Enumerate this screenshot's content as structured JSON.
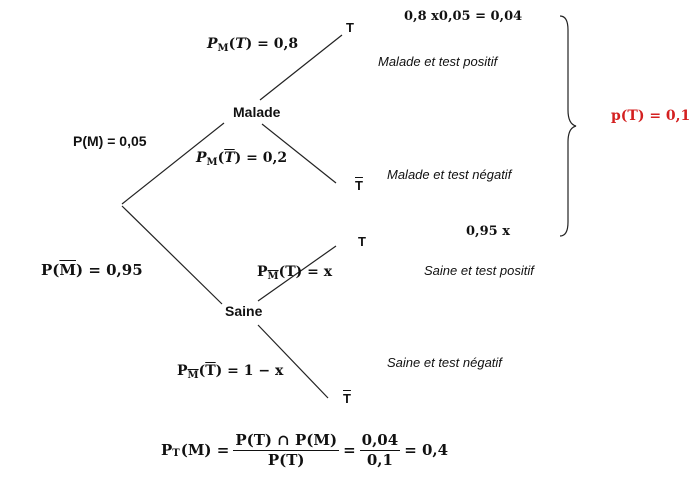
{
  "tree": {
    "root_branch_top": "P(M) = 0,05",
    "root_branch_bottom_prefix": "P(",
    "root_branch_bottom_letter": "M",
    "root_branch_bottom_suffix": ") = 0,95",
    "node_malade": "Malade",
    "node_saine": "Saine",
    "leaf_t": "T",
    "leaf_tbar": "T",
    "branch_m_t": {
      "p": "P",
      "sub": "M",
      "open": "(",
      "letter": "T",
      "close": ") = 0,8"
    },
    "branch_m_tbar": {
      "p": "P",
      "sub": "M",
      "open": "(",
      "letter": "T",
      "close": ") = 0,2"
    },
    "branch_s_t": {
      "p": "P",
      "sub": "M",
      "open": "(",
      "letter": "T",
      "close": ") = x"
    },
    "branch_s_tbar": {
      "p": "P",
      "sub": "M",
      "open": "(",
      "letter": "T",
      "close": ") = 1 − x"
    }
  },
  "outcomes": {
    "mt_product": "0,8 x0,05 = 0,04",
    "mt_label": "Malade et test positif",
    "mtbar_label": "Malade et test négatif",
    "st_product": "0,95 x",
    "st_label": "Saine et test positif",
    "stbar_label": "Saine et test négatif"
  },
  "total": {
    "text": "p(T) = 0,1",
    "color": "#d42020"
  },
  "formula": {
    "lhs_p": "P",
    "lhs_sub": "T",
    "lhs_rest": "(M) =",
    "num1": "P(T) ∩ P(M)",
    "den1": "P(T)",
    "eq": "=",
    "num2": "0,04",
    "den2": "0,1",
    "result": "= 0,4"
  }
}
